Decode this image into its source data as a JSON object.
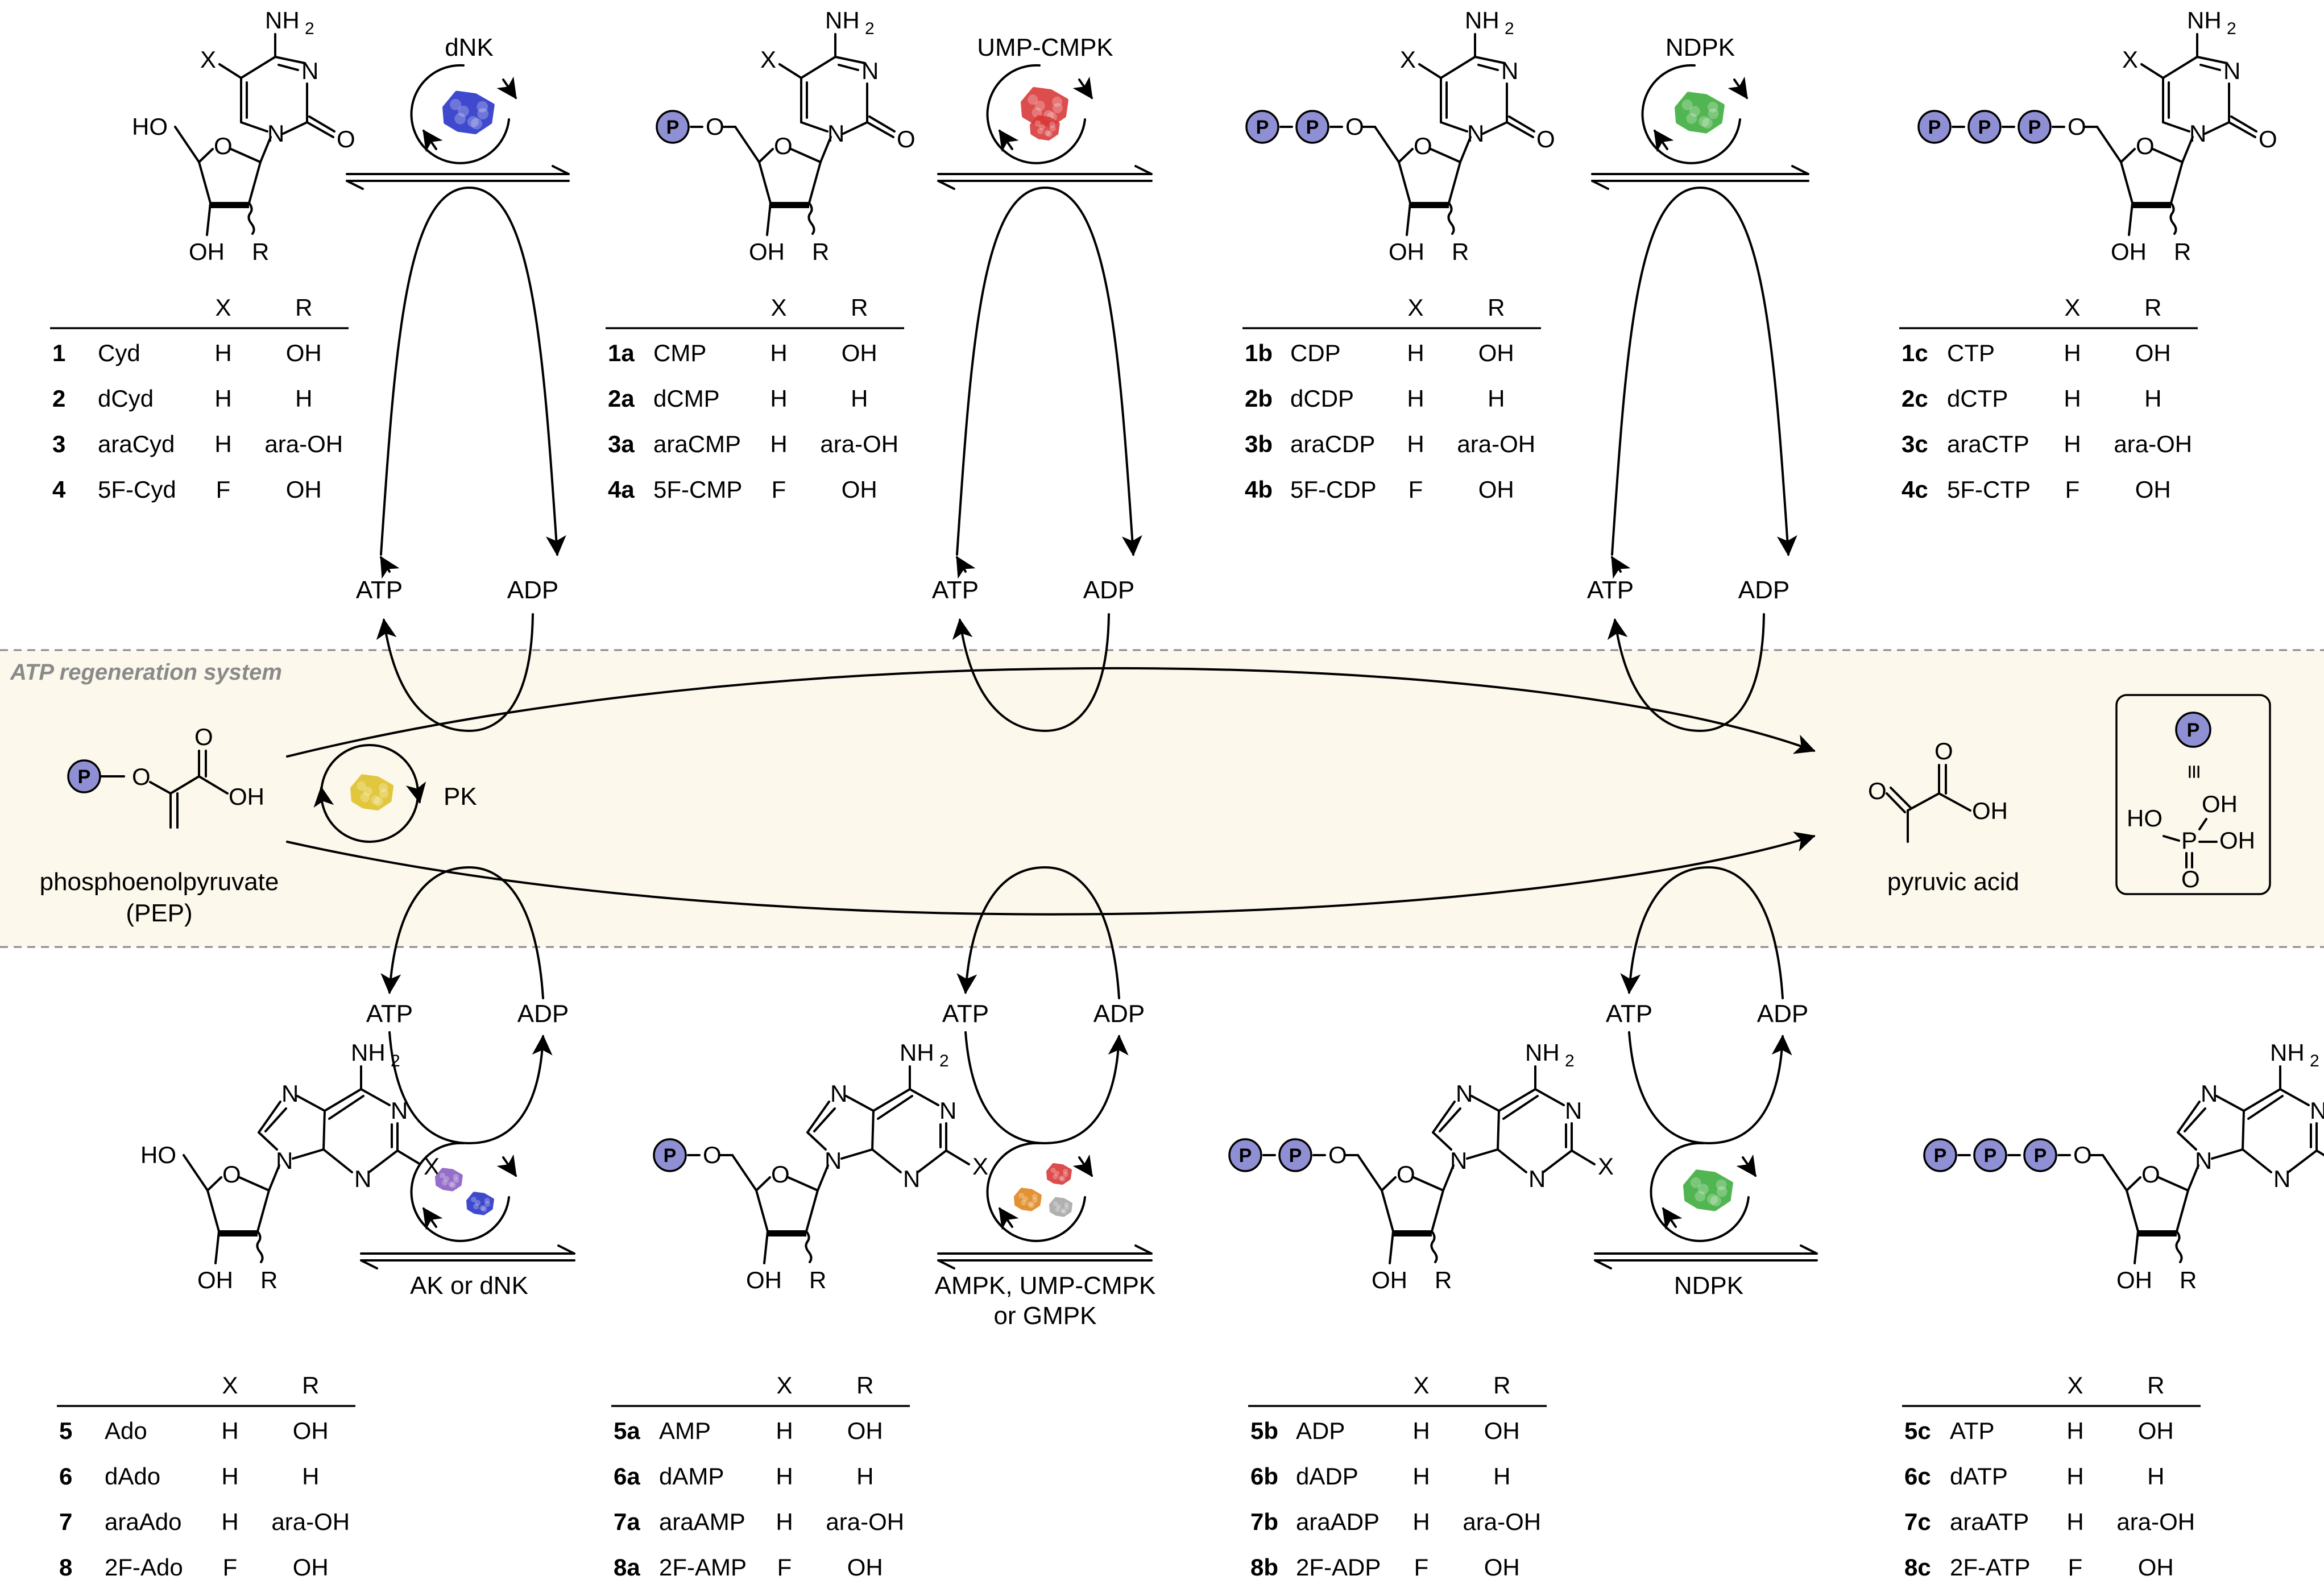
{
  "colors": {
    "band_background": "#fcf8ec",
    "band_border": "#8a8a8a",
    "phosphate_fill": "#8f8fd3",
    "protein_dNK": "#2b36c9",
    "protein_UMPCMPK": "#d93a3a",
    "protein_NDPK": "#3fae3f",
    "protein_PK": "#e0c22c",
    "protein_AK": "#8a5fc4",
    "protein_AMPK": "#e0871e",
    "protein_GMPK": "#a8a8a8"
  },
  "band": {
    "title": "ATP regeneration system"
  },
  "legend": {
    "p_symbol": "P",
    "equiv": "≡",
    "acid_ho": "HO",
    "acid_p": "P",
    "acid_oh1": "OH",
    "acid_oh2": "OH",
    "acid_o": "O"
  },
  "phosphate_label": "P",
  "atoms": {
    "ho": "HO",
    "oh": "OH",
    "o": "O",
    "n": "N",
    "x": "X",
    "r": "R",
    "nh": "NH",
    "two": "2",
    "amp_o": "O",
    "h": "H"
  },
  "top_enzymes": [
    "dNK",
    "UMP-CMPK",
    "NDPK"
  ],
  "bottom_enzymes": [
    "AK or dNK",
    "AMPK, UMP-CMPK",
    "or GMPK",
    "NDPK"
  ],
  "cofactors": {
    "atp": "ATP",
    "adp": "ADP"
  },
  "pk": "PK",
  "pep": {
    "name": "phosphoenolpyruvate",
    "abbr": "(PEP)",
    "oh": "OH",
    "o": "O"
  },
  "pyruvic": {
    "name": "pyruvic acid",
    "oh": "OH",
    "o1": "O",
    "o2": "O"
  },
  "table_headers": {
    "x": "X",
    "r": "R"
  },
  "tables": {
    "t1": [
      [
        "1",
        "Cyd",
        "H",
        "OH"
      ],
      [
        "2",
        "dCyd",
        "H",
        "H"
      ],
      [
        "3",
        "araCyd",
        "H",
        "ara-OH"
      ],
      [
        "4",
        "5F-Cyd",
        "F",
        "OH"
      ]
    ],
    "t2": [
      [
        "1a",
        "CMP",
        "H",
        "OH"
      ],
      [
        "2a",
        "dCMP",
        "H",
        "H"
      ],
      [
        "3a",
        "araCMP",
        "H",
        "ara-OH"
      ],
      [
        "4a",
        "5F-CMP",
        "F",
        "OH"
      ]
    ],
    "t3": [
      [
        "1b",
        "CDP",
        "H",
        "OH"
      ],
      [
        "2b",
        "dCDP",
        "H",
        "H"
      ],
      [
        "3b",
        "araCDP",
        "H",
        "ara-OH"
      ],
      [
        "4b",
        "5F-CDP",
        "F",
        "OH"
      ]
    ],
    "t4": [
      [
        "1c",
        "CTP",
        "H",
        "OH"
      ],
      [
        "2c",
        "dCTP",
        "H",
        "H"
      ],
      [
        "3c",
        "araCTP",
        "H",
        "ara-OH"
      ],
      [
        "4c",
        "5F-CTP",
        "F",
        "OH"
      ]
    ],
    "t5": [
      [
        "5",
        "Ado",
        "H",
        "OH"
      ],
      [
        "6",
        "dAdo",
        "H",
        "H"
      ],
      [
        "7",
        "araAdo",
        "H",
        "ara-OH"
      ],
      [
        "8",
        "2F-Ado",
        "F",
        "OH"
      ]
    ],
    "t6": [
      [
        "5a",
        "AMP",
        "H",
        "OH"
      ],
      [
        "6a",
        "dAMP",
        "H",
        "H"
      ],
      [
        "7a",
        "araAMP",
        "H",
        "ara-OH"
      ],
      [
        "8a",
        "2F-AMP",
        "F",
        "OH"
      ]
    ],
    "t7": [
      [
        "5b",
        "ADP",
        "H",
        "OH"
      ],
      [
        "6b",
        "dADP",
        "H",
        "H"
      ],
      [
        "7b",
        "araADP",
        "H",
        "ara-OH"
      ],
      [
        "8b",
        "2F-ADP",
        "F",
        "OH"
      ]
    ],
    "t8": [
      [
        "5c",
        "ATP",
        "H",
        "OH"
      ],
      [
        "6c",
        "dATP",
        "H",
        "H"
      ],
      [
        "7c",
        "araATP",
        "H",
        "ara-OH"
      ],
      [
        "8c",
        "2F-ATP",
        "F",
        "OH"
      ]
    ]
  }
}
